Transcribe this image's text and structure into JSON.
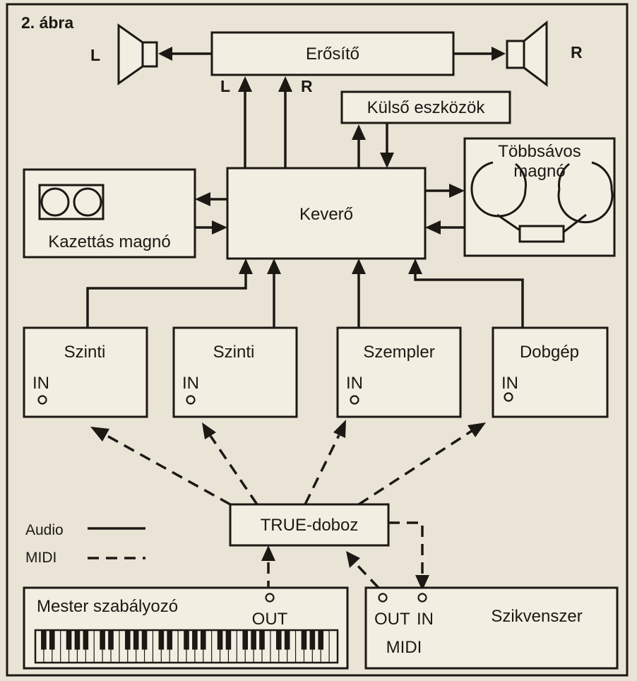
{
  "figure": {
    "label": "2. ábra"
  },
  "speakers": {
    "left": "L",
    "right": "R"
  },
  "amplifier": {
    "title": "Erősítő",
    "input_left": "L",
    "input_right": "R"
  },
  "external": {
    "title": "Külső eszközök"
  },
  "multitrack": {
    "line1": "Többsávos",
    "line2": "magnó"
  },
  "mixer": {
    "title": "Keverő"
  },
  "cassette": {
    "title": "Kazettás magnó"
  },
  "instruments": [
    {
      "title": "Szinti",
      "port": "IN"
    },
    {
      "title": "Szinti",
      "port": "IN"
    },
    {
      "title": "Szempler",
      "port": "IN"
    },
    {
      "title": "Dobgép",
      "port": "IN"
    }
  ],
  "true_box": {
    "title": "TRUE-doboz"
  },
  "legend": {
    "audio": "Audio",
    "midi": "MIDI"
  },
  "master": {
    "title": "Mester szabályozó",
    "port": "OUT"
  },
  "sequencer": {
    "title": "Szikvenszer",
    "port_out": "OUT",
    "port_in": "IN",
    "midi": "MIDI"
  }
}
